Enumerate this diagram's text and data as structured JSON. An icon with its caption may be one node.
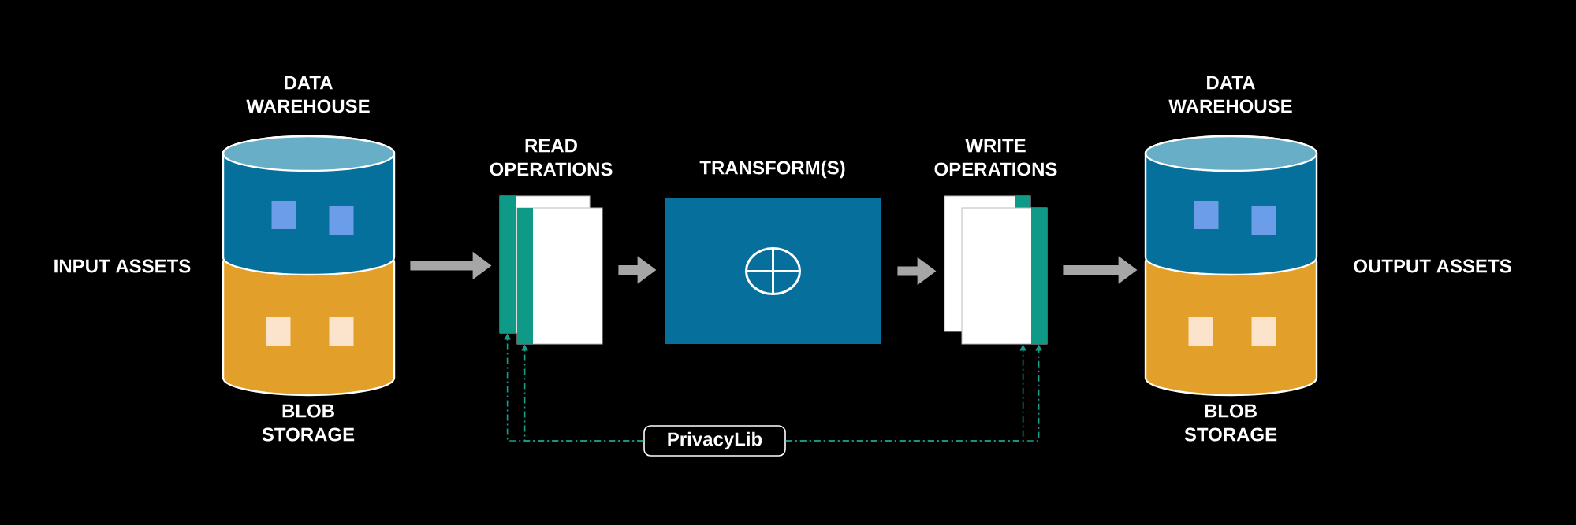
{
  "diagram": {
    "nodes": [
      {
        "text": [
          "DATA WAREHOUSE",
          "BLOB STORAGE"
        ]
      },
      {
        "text": [
          "READ OPERATIONS"
        ]
      },
      {
        "text": [
          "TRANSFORM(S)"
        ]
      },
      {
        "text": [
          "WRITE OPERATIONS"
        ]
      },
      {
        "text": [
          "DATA WAREHOUSE",
          "BLOB STORAGE"
        ]
      },
      {
        "text": [
          "PrivacyLib"
        ]
      }
    ],
    "edges": [
      {
        "from": 0,
        "to": 1,
        "arrow": "to",
        "style": "thick",
        "color": "#a6a6a6"
      },
      {
        "from": 1,
        "to": 2,
        "arrow": "to",
        "style": "thick",
        "color": "#a6a6a6"
      },
      {
        "from": 2,
        "to": 3,
        "arrow": "to",
        "style": "thick",
        "color": "#a6a6a6"
      },
      {
        "from": 3,
        "to": 4,
        "arrow": "to",
        "style": "thick",
        "color": "#a6a6a6"
      },
      {
        "from": 5,
        "to": 1,
        "arrow": "to",
        "style": "dashed",
        "color": "#12a08a"
      },
      {
        "from": 5,
        "to": 1,
        "arrow": "to",
        "style": "dashed",
        "color": "#12a08a"
      },
      {
        "from": 5,
        "to": 3,
        "arrow": "to",
        "style": "dashed",
        "color": "#12a08a"
      },
      {
        "from": 5,
        "to": 3,
        "arrow": "to",
        "style": "dashed",
        "color": "#12a08a"
      }
    ],
    "labels": [
      "INPUT ASSETS",
      "OUTPUT ASSETS"
    ]
  }
}
